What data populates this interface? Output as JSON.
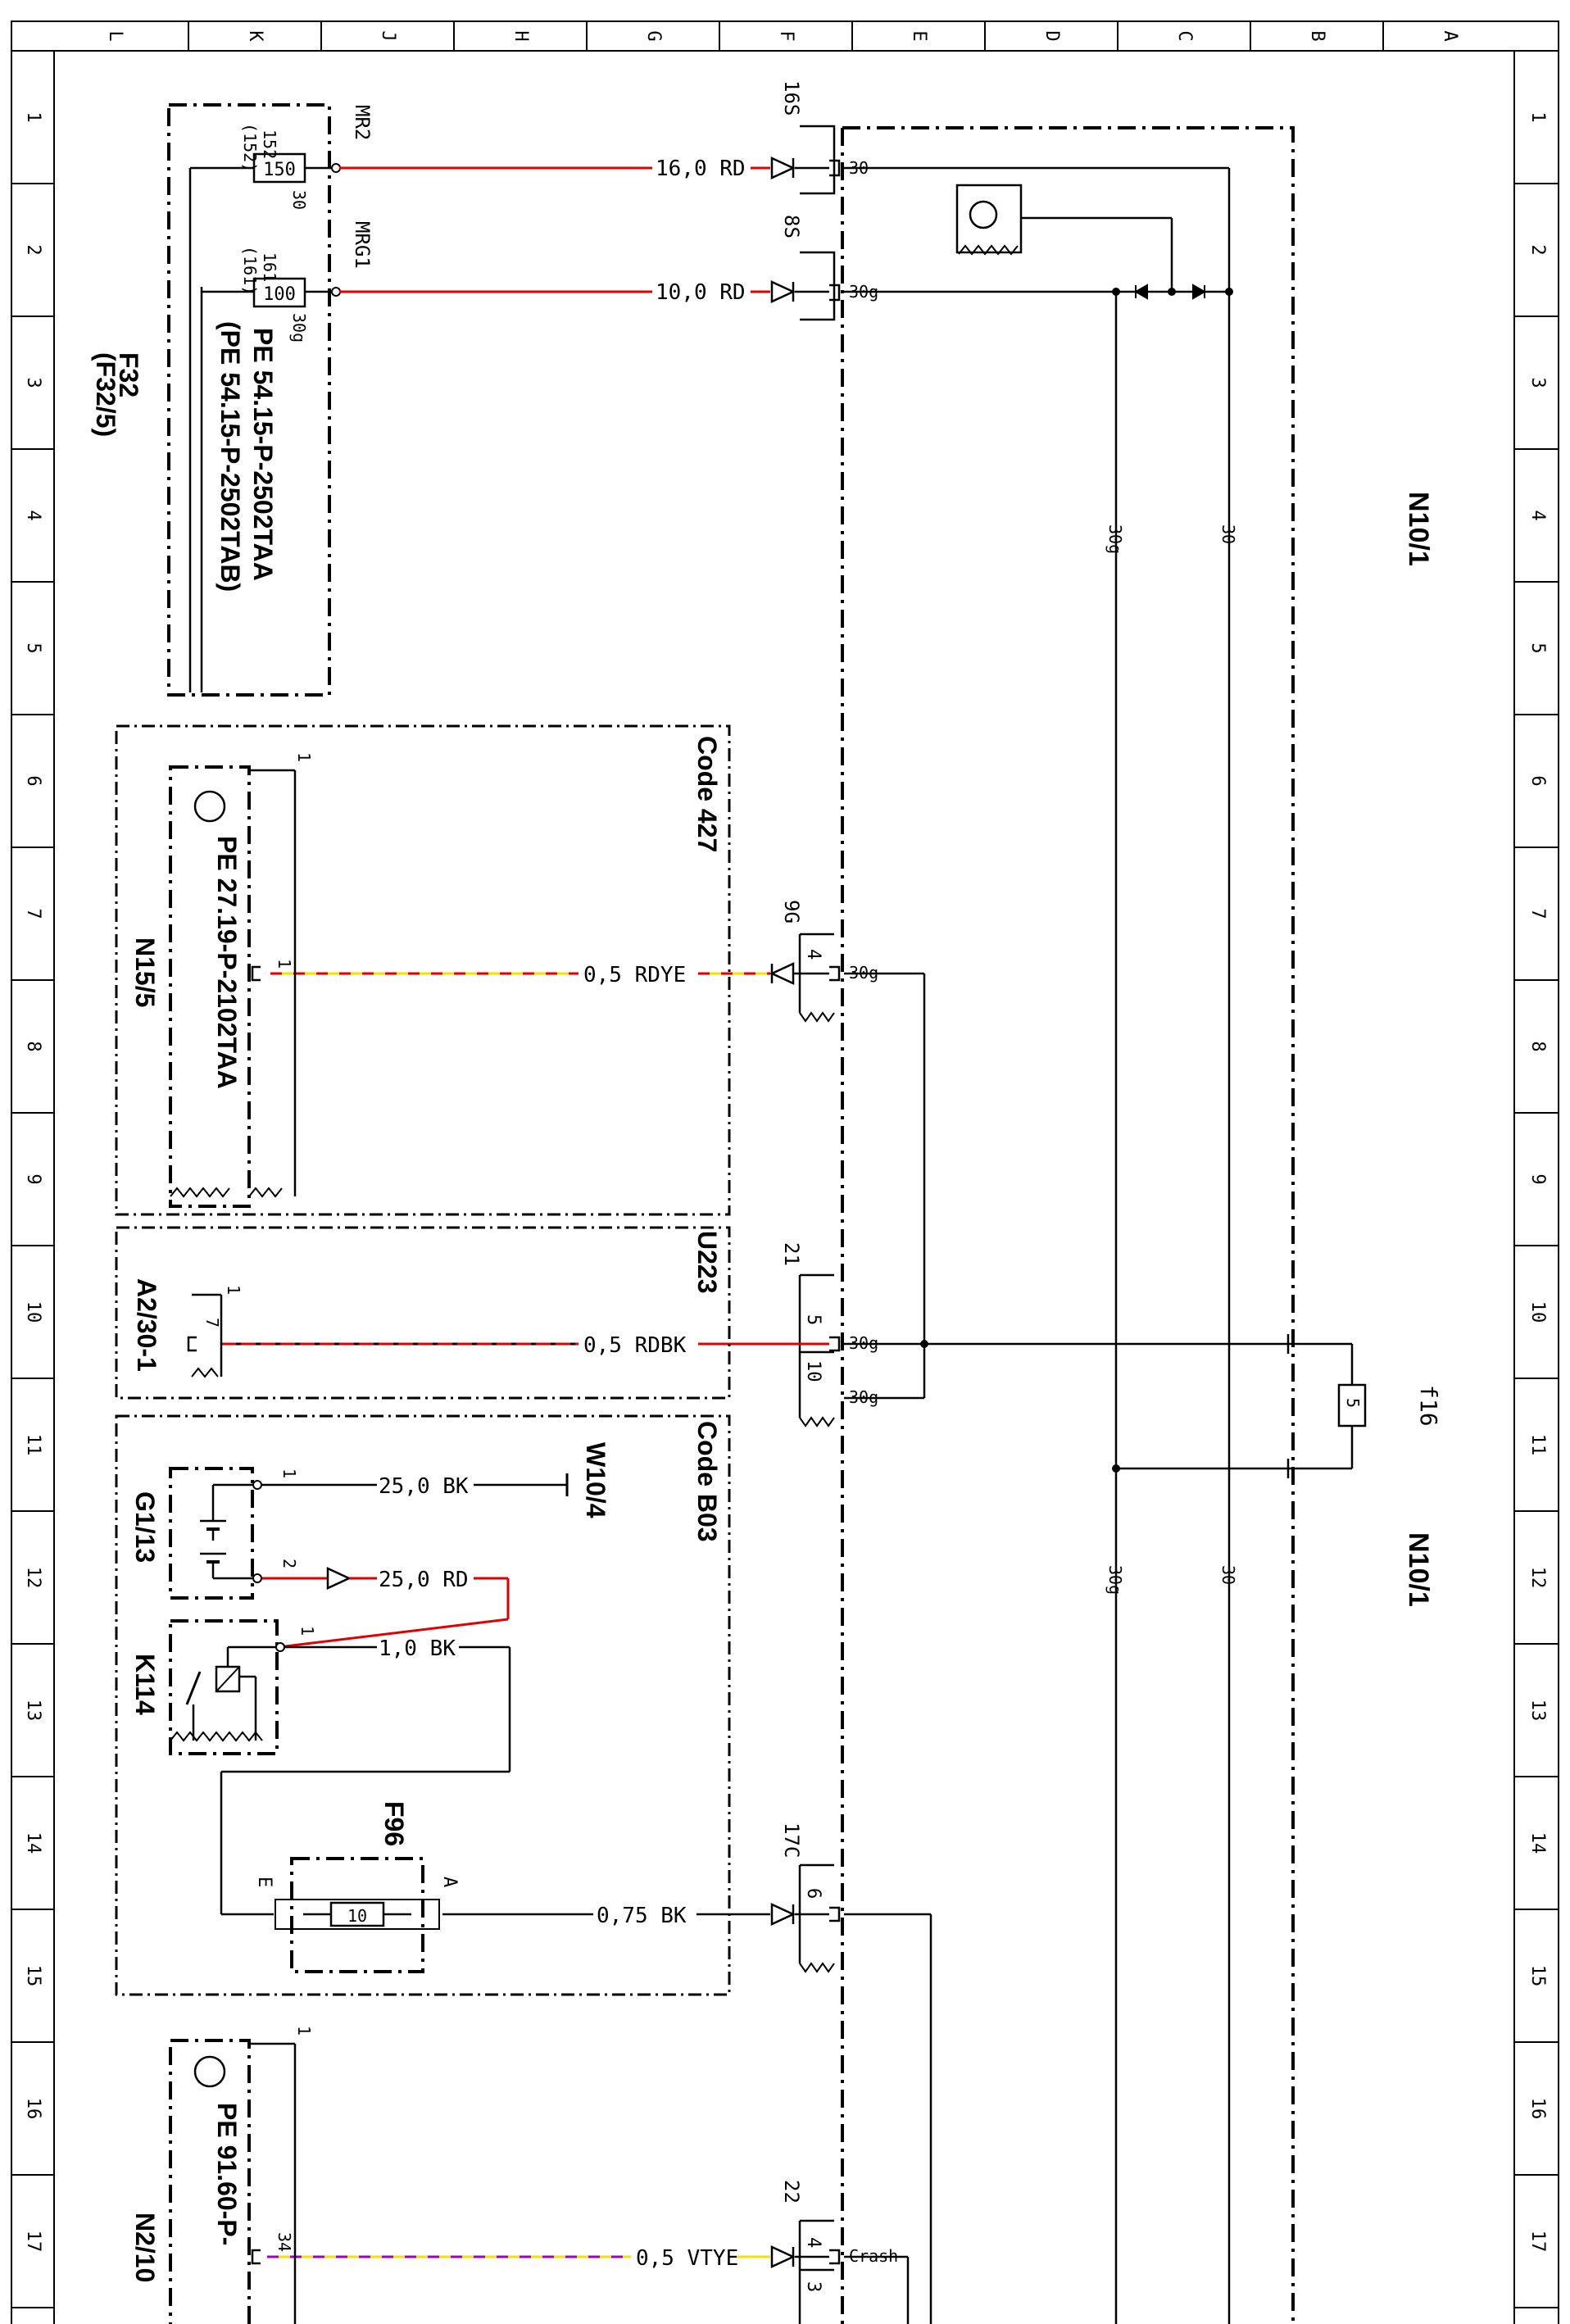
{
  "border": {
    "columns": [
      "L",
      "K",
      "J",
      "H",
      "G",
      "F",
      "E",
      "D",
      "C",
      "B",
      "A"
    ],
    "rows": [
      "1",
      "2",
      "3",
      "4",
      "5",
      "6",
      "7",
      "8",
      "9",
      "10",
      "11",
      "12",
      "13",
      "14",
      "15",
      "16",
      "17"
    ]
  },
  "components": {
    "f32": {
      "name": "F32",
      "alt": "(F32/5)",
      "ref1": "PE 54.15-P-2502TAA",
      "ref2": "(PE 54.15-P-2502TAB)",
      "fuse150": "150",
      "fuse100": "100",
      "pin152": "152",
      "pin152b": "(152)",
      "pin30": "30",
      "pin161": "161",
      "pin161b": "(161)",
      "pin30g": "30g",
      "mr2": "MR2",
      "mrg1": "MRG1"
    },
    "n10_1": {
      "name": "N10/1",
      "name2": "N10/1",
      "fuse_f16": "f16",
      "fuse_f16_val": "5",
      "pin30": "30",
      "pin30g": "30g",
      "pin30_a": "30",
      "pin30g_a": "30g",
      "pin30_b": "30",
      "pin30g_b": "30g",
      "pin30g_9g": "30g",
      "pin30g_21a": "30g",
      "pin30g_21b": "30g",
      "crash": "Crash"
    },
    "n15_5": {
      "name": "N15/5",
      "ref": "PE 27.19-P-2102TAA",
      "code": "Code 427",
      "pin1a": "1",
      "pin1b": "1"
    },
    "a2_30": {
      "name": "A2/30-1",
      "code": "U223",
      "pin1": "1",
      "pin7": "7"
    },
    "b03": {
      "code": "Code B03",
      "w10_4": "W10/4",
      "g1_13": "G1/13",
      "k114": "K114",
      "f96": "F96",
      "pin_g1": "1",
      "pin_g2": "2",
      "pin_k1": "1",
      "f96_val": "10",
      "f96_e": "E",
      "f96_a": "A"
    },
    "n2_10": {
      "name": "N2/10",
      "ref": "PE 91.60-P-",
      "pin1": "1",
      "pin34": "34"
    }
  },
  "connectors": {
    "c16s": {
      "label": "16S"
    },
    "c8s": {
      "label": "8S"
    },
    "c9g": {
      "label": "9G",
      "pin": "4"
    },
    "c21": {
      "label": "21",
      "pin5": "5",
      "pin10": "10"
    },
    "c17c": {
      "label": "17C",
      "pin": "6"
    },
    "c22": {
      "label": "22",
      "pin4": "4",
      "pin3": "3"
    }
  },
  "wires": {
    "w1": "16,0 RD",
    "w2": "10,0 RD",
    "w3": "0,5 RDYE",
    "w4": "0,5 RDBK",
    "w5": "25,0 BK",
    "w6": "25,0 RD",
    "w7": "1,0 BK",
    "w8": "0,75 BK",
    "w9": "0,5 VTYE"
  },
  "colors": {
    "red": "#e00000",
    "yellow": "#f2e200",
    "violet": "#a000c8",
    "black": "#000000"
  }
}
